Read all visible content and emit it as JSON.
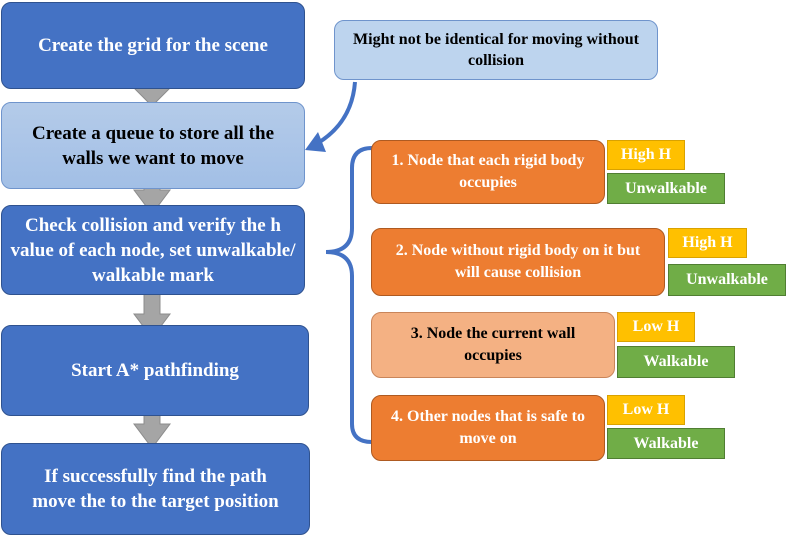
{
  "steps": {
    "create_grid": "Create the grid for the scene",
    "create_queue": "Create a queue to store all the walls we want to move",
    "check_collision": "Check collision and verify the h value of each node, set unwalkable/ walkable mark",
    "start_astar": "Start A* pathfinding",
    "move_target": "If successfully find the path move the to the target position"
  },
  "note": "Might not be identical for moving without collision",
  "cases": [
    {
      "label": "1. Node that each rigid body occupies",
      "h": "High H",
      "walk": "Unwalkable"
    },
    {
      "label": "2. Node without rigid body on it but will cause collision",
      "h": "High H",
      "walk": "Unwalkable"
    },
    {
      "label": "3. Node the current wall occupies",
      "h": "Low H",
      "walk": "Walkable"
    },
    {
      "label": "4. Other nodes that is safe to move on",
      "h": "Low H",
      "walk": "Walkable"
    }
  ],
  "colors": {
    "step_blue": "#4472c4",
    "queue_light_blue": "#a9c4e8",
    "case_orange": "#ed7d31",
    "case_salmon": "#f4b183",
    "tag_yellow": "#ffc000",
    "tag_green": "#70ad47",
    "arrow_gray": "#a5a5a5"
  }
}
